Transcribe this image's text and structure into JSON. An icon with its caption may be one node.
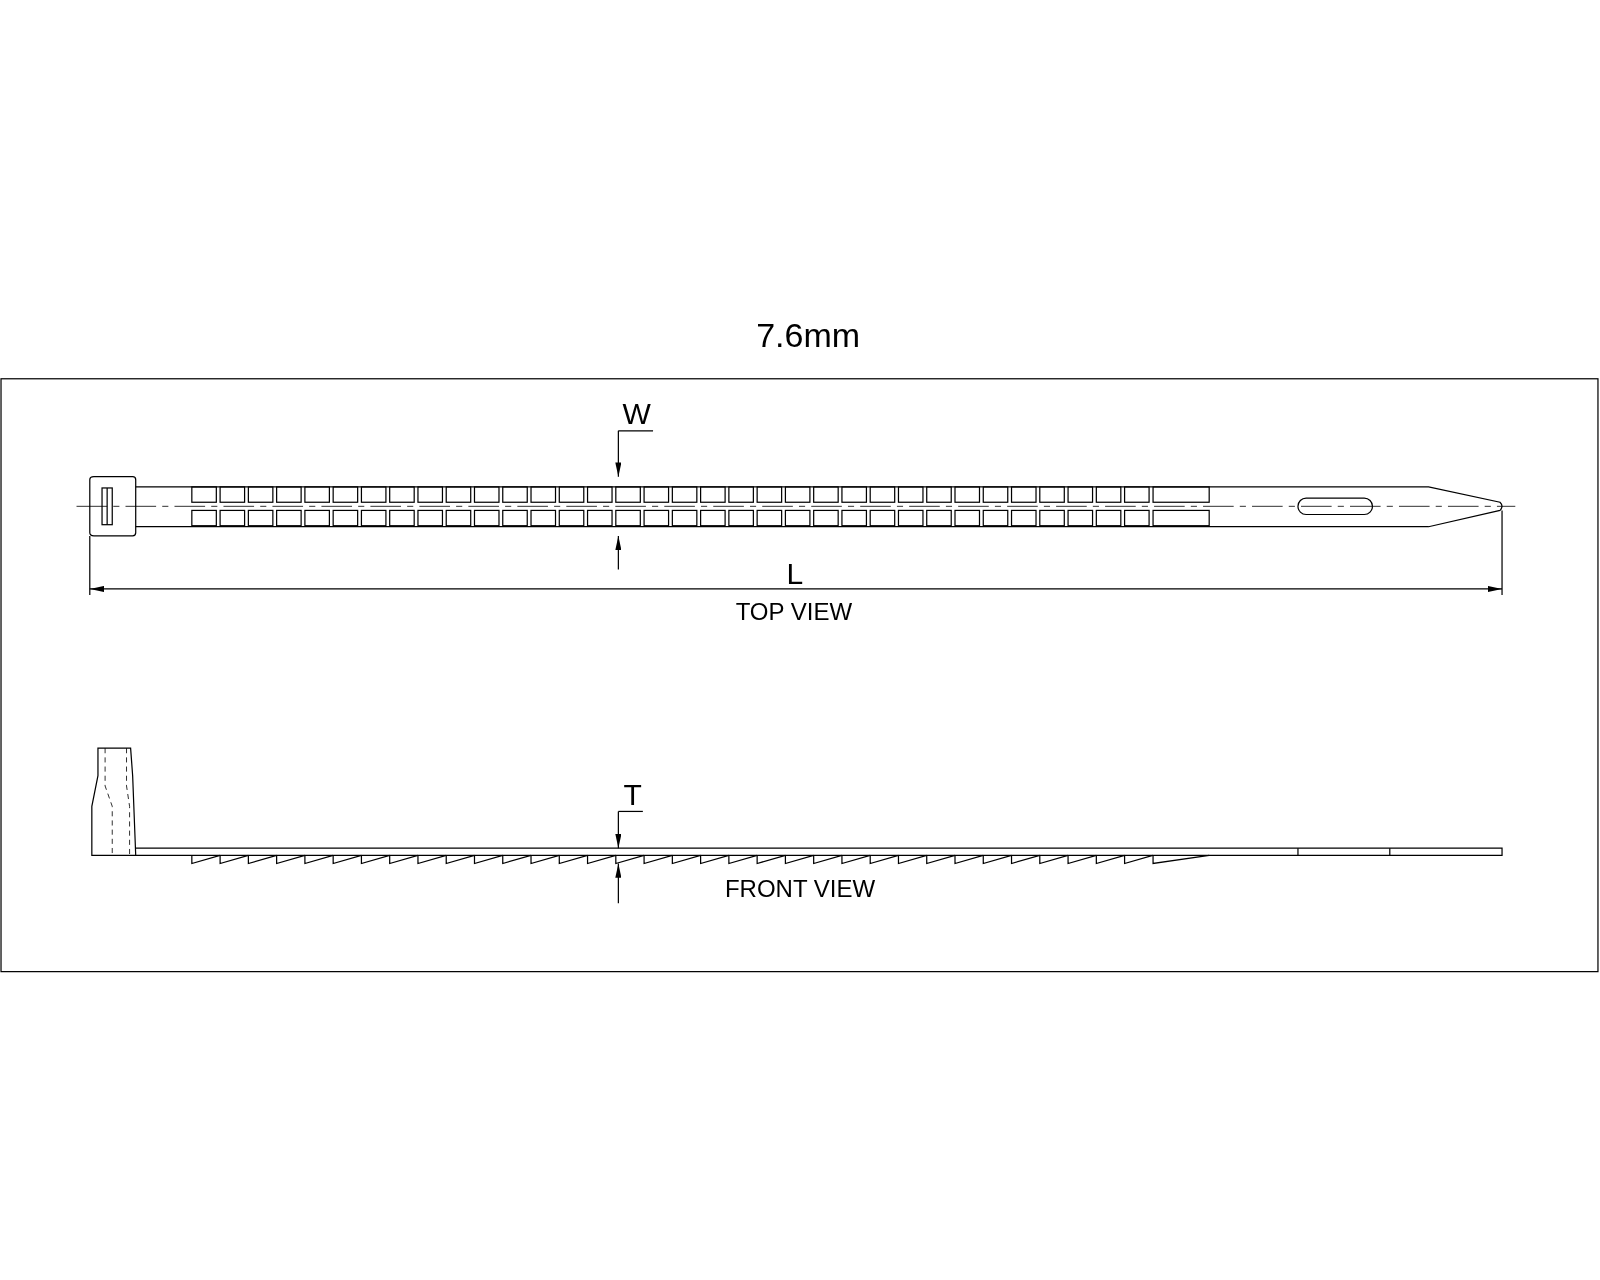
{
  "diagram": {
    "title": "7.6mm",
    "labels": [
      "W",
      "L",
      "TOP VIEW",
      "T",
      "FRONT VIEW"
    ]
  }
}
